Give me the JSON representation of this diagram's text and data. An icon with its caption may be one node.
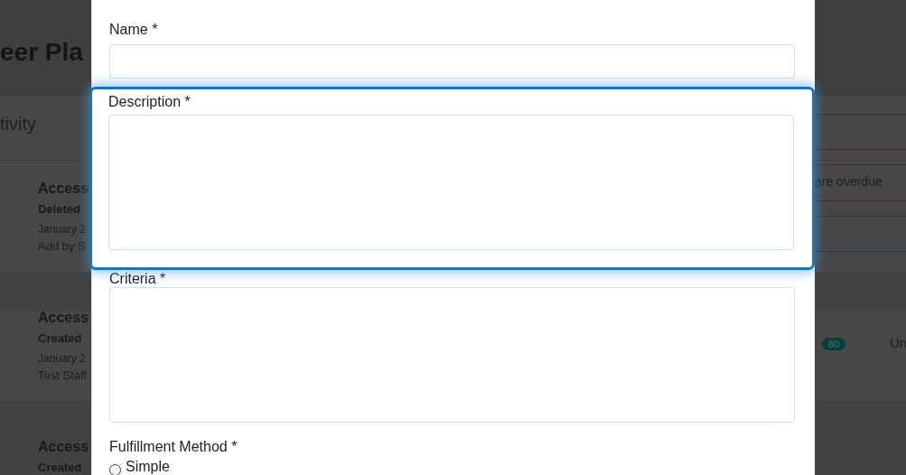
{
  "diagram": {
    "nodes": [
      {
        "text": [],
        "shape": "box"
      },
      {
        "text": [
          "Name *"
        ],
        "in": 0
      },
      {
        "text": [],
        "shape": "box",
        "in": 0
      },
      {
        "text": [
          "Description *"
        ],
        "in": 0
      },
      {
        "text": [],
        "shape": "box",
        "in": 3
      },
      {
        "text": [
          "Criteria *"
        ],
        "in": 0
      },
      {
        "text": [],
        "shape": "box",
        "in": 0
      },
      {
        "text": [
          "Fulfillment Method *"
        ],
        "in": 0
      },
      {
        "text": [
          "Simple"
        ],
        "in": 0
      }
    ],
    "labels": [
      "eer Pla",
      "tivity",
      "Access",
      "Deleted",
      "January 2",
      "Add by S",
      "are overdue",
      "Access",
      "Created",
      "January 2",
      "Test Staff",
      "80",
      "Un",
      "Access",
      "Created"
    ]
  }
}
